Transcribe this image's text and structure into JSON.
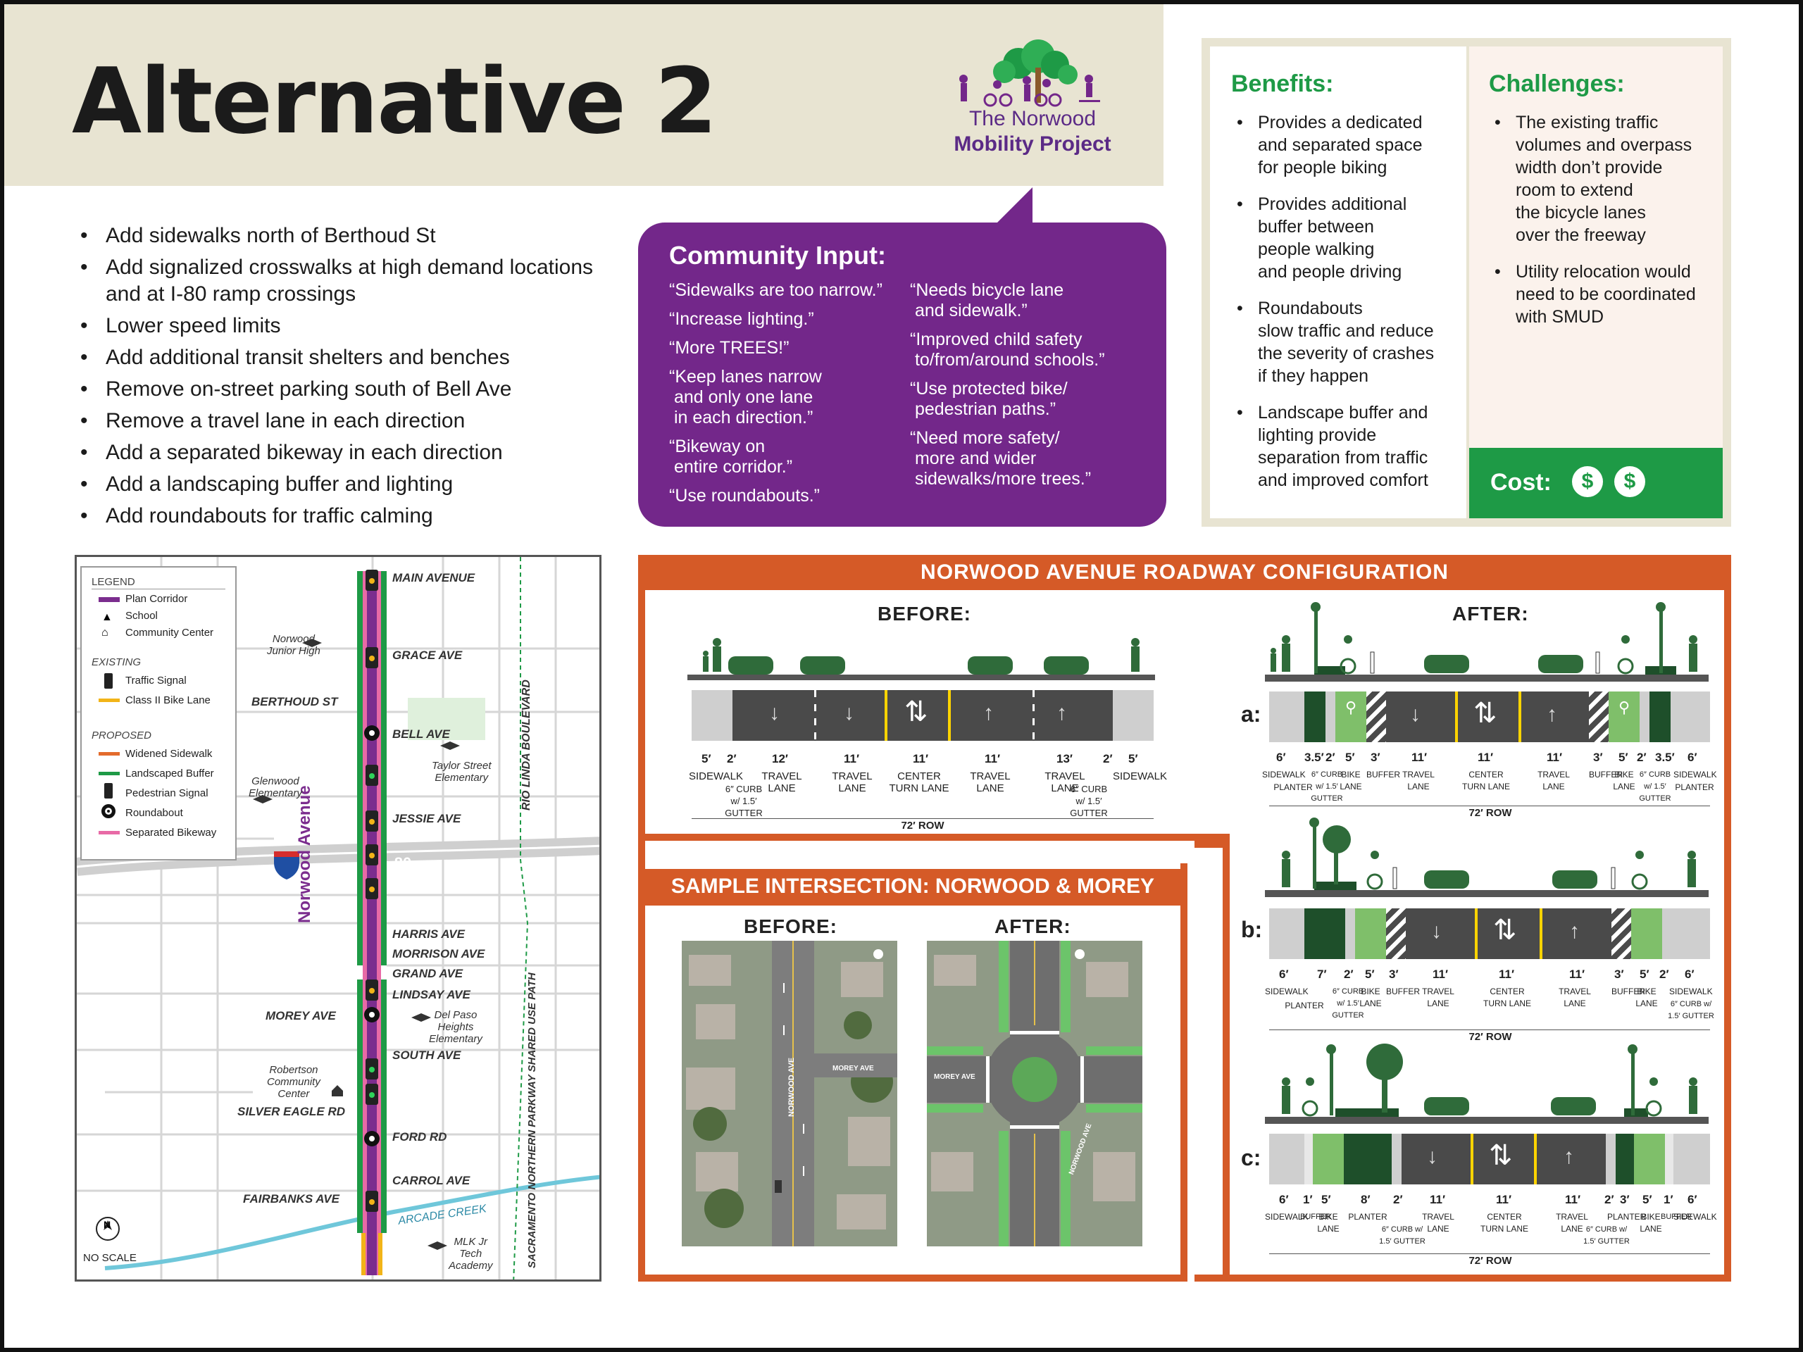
{
  "title": "Alternative 2",
  "logo": {
    "line1": "The Norwood",
    "line2": "Mobility Project"
  },
  "bullets": [
    "Add sidewalks north of Berthoud St",
    "Add signalized crosswalks at high demand locations and at I-80 ramp crossings",
    "Lower speed limits",
    "Add additional transit shelters and benches",
    "Remove on-street parking south of Bell Ave",
    "Remove a travel lane in each direction",
    "Add a separated bikeway in each direction",
    "Add a landscaping buffer and lighting",
    "Add roundabouts for traffic calming"
  ],
  "community_input": {
    "title": "Community Input:",
    "left": [
      "“Sidewalks are too narrow.”",
      "“Increase lighting.”",
      "“More TREES!”",
      "“Keep lanes narrow\n and only one lane\n in each direction.”",
      "“Bikeway on\n entire corridor.”",
      "“Use roundabouts.”"
    ],
    "right": [
      "“Needs bicycle lane\n and sidewalk.”",
      "“Improved child safety\n to/from/around schools.”",
      "“Use protected bike/\n pedestrian paths.”",
      "“Need more safety/\n more and wider\n sidewalks/more trees.”"
    ]
  },
  "benefits": {
    "title": "Benefits:",
    "items": [
      "Provides a dedicated\nand separated space\nfor people biking",
      "Provides additional\nbuffer between\npeople walking\nand people driving",
      "Roundabouts\nslow traffic and reduce\nthe severity of crashes\nif they happen",
      "Landscape buffer and\nlighting provide\nseparation from traffic\nand improved comfort"
    ]
  },
  "challenges": {
    "title": "Challenges:",
    "items": [
      "The existing traffic\nvolumes and overpass\nwidth don’t provide\nroom to extend\nthe bicycle lanes\nover the freeway",
      "Utility relocation would\nneed to be coordinated\nwith SMUD"
    ]
  },
  "cost": {
    "label": "Cost:",
    "symbols": [
      "$",
      "$"
    ]
  },
  "map": {
    "legend_title": "LEGEND",
    "legend_items": [
      {
        "label": "Plan Corridor",
        "color": "#7b2d8e"
      },
      {
        "label": "School"
      },
      {
        "label": "Community Center"
      }
    ],
    "existing_title": "EXISTING",
    "existing_items": [
      {
        "label": "Traffic Signal"
      },
      {
        "label": "Class II Bike Lane",
        "color": "#f2b418"
      }
    ],
    "proposed_title": "PROPOSED",
    "proposed_items": [
      {
        "label": "Widened Sidewalk",
        "color": "#e36b2c"
      },
      {
        "label": "Landscaped Buffer",
        "color": "#1e9a46"
      },
      {
        "label": "Pedestrian Signal"
      },
      {
        "label": "Roundabout"
      },
      {
        "label": "Separated Bikeway",
        "color": "#e86aa6"
      }
    ],
    "streets": [
      "MAIN AVENUE",
      "GRACE AVE",
      "BERTHOUD ST",
      "BELL AVE",
      "JESSIE AVE",
      "HARRIS AVE",
      "MORRISON AVE",
      "GRAND AVE",
      "LINDSAY AVE",
      "MOREY AVE",
      "SOUTH AVE",
      "SILVER EAGLE RD",
      "FORD RD",
      "CARROL AVE",
      "FAIRBANKS AVE"
    ],
    "corridor_label": "Norwood Avenue",
    "rio_linda": "RIO LINDA BOULEVARD",
    "sac_path": "SACRAMENTO NORTHERN PARKWAY SHARED USE PATH",
    "creek": "ARCADE CREEK",
    "freeway": "80",
    "pois": [
      "Norwood\nJunior High",
      "Taylor Street\nElementary",
      "Glenwood\nElementary",
      "Del Paso\nHeights\nElementary",
      "Robertson\nCommunity\nCenter",
      "MLK Jr\nTech\nAcademy"
    ],
    "north": "N",
    "no_scale": "NO SCALE"
  },
  "roadway": {
    "title": "NORWOOD AVENUE ROADWAY CONFIGURATION",
    "before_label": "BEFORE:",
    "after_label": "AFTER:",
    "before_dims": [
      "5′",
      "2′",
      "12′",
      "11′",
      "11′",
      "11′",
      "13′",
      "2′",
      "5′"
    ],
    "before_lanes": [
      "SIDEWALK",
      "TRAVEL LANE",
      "TRAVEL LANE",
      "CENTER\nTURN LANE",
      "TRAVEL LANE",
      "TRAVEL LANE",
      "SIDEWALK"
    ],
    "curb_note": "6″ CURB\nw/ 1.5′\nGUTTER",
    "row": "72′ ROW",
    "row_a": "a:",
    "row_b": "b:",
    "row_c": "c:",
    "a_dims": [
      "6′",
      "3.5′",
      "2′",
      "5′",
      "3′",
      "11′",
      "11′",
      "11′",
      "3′",
      "5′",
      "2′",
      "3.5′",
      "6′"
    ],
    "a_lanes": [
      "SIDEWALK",
      "PLANTER",
      "BIKE\nLANE",
      "BUFFER",
      "TRAVEL\nLANE",
      "CENTER\nTURN LANE",
      "TRAVEL\nLANE",
      "BUFFER",
      "BIKE\nLANE",
      "SIDEWALK",
      "PLANTER"
    ],
    "b_dims": [
      "6′",
      "7′",
      "2′",
      "5′",
      "3′",
      "11′",
      "11′",
      "11′",
      "3′",
      "5′",
      "2′",
      "6′"
    ],
    "b_lanes": [
      "SIDEWALK",
      "PLANTER",
      "BIKE\nLANE",
      "BUFFER",
      "TRAVEL\nLANE",
      "CENTER\nTURN LANE",
      "TRAVEL\nLANE",
      "BUFFER",
      "BIKE\nLANE",
      "SIDEWALK"
    ],
    "c_dims": [
      "6′",
      "1′",
      "5′",
      "8′",
      "2′",
      "11′",
      "11′",
      "11′",
      "2′",
      "3′",
      "5′",
      "1′",
      "6′"
    ],
    "c_lanes": [
      "SIDEWALK",
      "BUFFER",
      "BIKE\nLANE",
      "PLANTER",
      "TRAVEL LANE",
      "CENTER\nTURN LANE",
      "TRAVEL LANE",
      "PLANTER",
      "BIKE\nLANE",
      "BUFFER",
      "SIDEWALK"
    ],
    "curb_note2": "6″ CURB w/\n1.5′ GUTTER"
  },
  "intersection": {
    "title": "SAMPLE INTERSECTION: NORWOOD & MOREY",
    "before_label": "BEFORE:",
    "after_label": "AFTER:",
    "norwood_ave": "NORWOOD AVE",
    "morey_ave": "MOREY AVE"
  }
}
